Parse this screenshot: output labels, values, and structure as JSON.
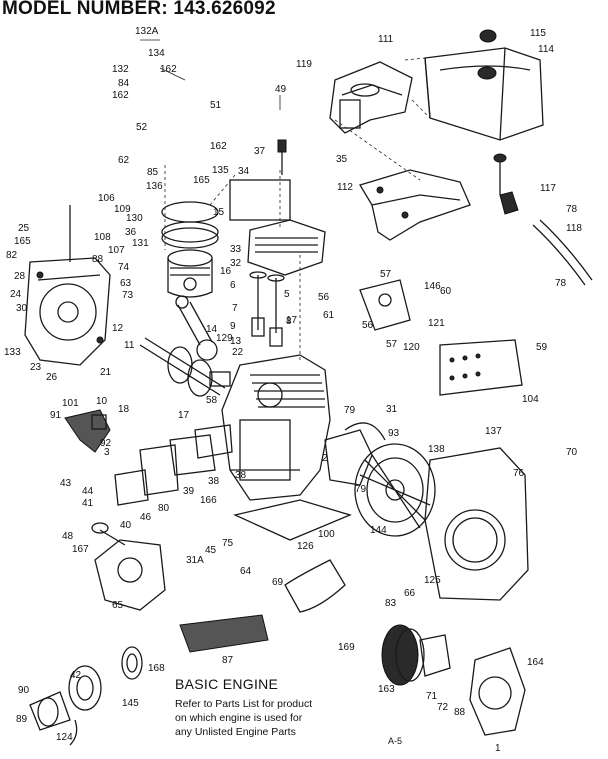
{
  "header": {
    "model_title": "MODEL NUMBER: 143.626092"
  },
  "note": {
    "title": "BASIC ENGINE",
    "lines": [
      "Refer to Parts List for product",
      "on which engine is used for",
      "any Unlisted Engine Parts"
    ]
  },
  "page_code": "A-5",
  "callouts": [
    "132A",
    "134",
    "132",
    "162",
    "84",
    "162",
    "51",
    "52",
    "62",
    "85",
    "136",
    "162",
    "165",
    "135",
    "49",
    "37",
    "34",
    "111",
    "115",
    "114",
    "119",
    "35",
    "112",
    "117",
    "78",
    "118",
    "78",
    "106",
    "109",
    "130",
    "131",
    "15",
    "25",
    "165",
    "82",
    "108",
    "107",
    "36",
    "74",
    "28",
    "24",
    "30",
    "133",
    "23",
    "26",
    "88",
    "63",
    "73",
    "33",
    "32",
    "16",
    "6",
    "5",
    "14",
    "17",
    "7",
    "8",
    "9",
    "13",
    "12",
    "11",
    "129",
    "22",
    "21",
    "10",
    "18",
    "17",
    "58",
    "56",
    "57",
    "146",
    "60",
    "61",
    "56",
    "57",
    "120",
    "121",
    "59",
    "104",
    "101",
    "91",
    "92",
    "3",
    "79",
    "31",
    "93",
    "43",
    "44",
    "41",
    "40",
    "39",
    "38",
    "38",
    "80",
    "166",
    "79",
    "138",
    "137",
    "70",
    "76",
    "48",
    "46",
    "45",
    "75",
    "31A",
    "100",
    "126",
    "144",
    "64",
    "69",
    "125",
    "66",
    "83",
    "167",
    "65",
    "169",
    "87",
    "168",
    "164",
    "163",
    "71",
    "72",
    "88",
    "42",
    "90",
    "89",
    "145",
    "124",
    "1",
    "2"
  ]
}
